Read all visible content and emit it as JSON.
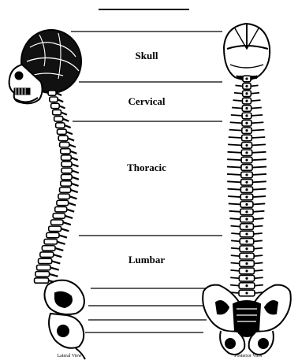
{
  "diagram": {
    "regions": [
      {
        "id": "skull",
        "label": "Skull"
      },
      {
        "id": "cervical",
        "label": "Cervical"
      },
      {
        "id": "thoracic",
        "label": "Thoracic"
      },
      {
        "id": "lumbar",
        "label": "Lumbar"
      }
    ],
    "views": {
      "lateral": "Lateral View",
      "posterior": "Posterior View"
    }
  }
}
